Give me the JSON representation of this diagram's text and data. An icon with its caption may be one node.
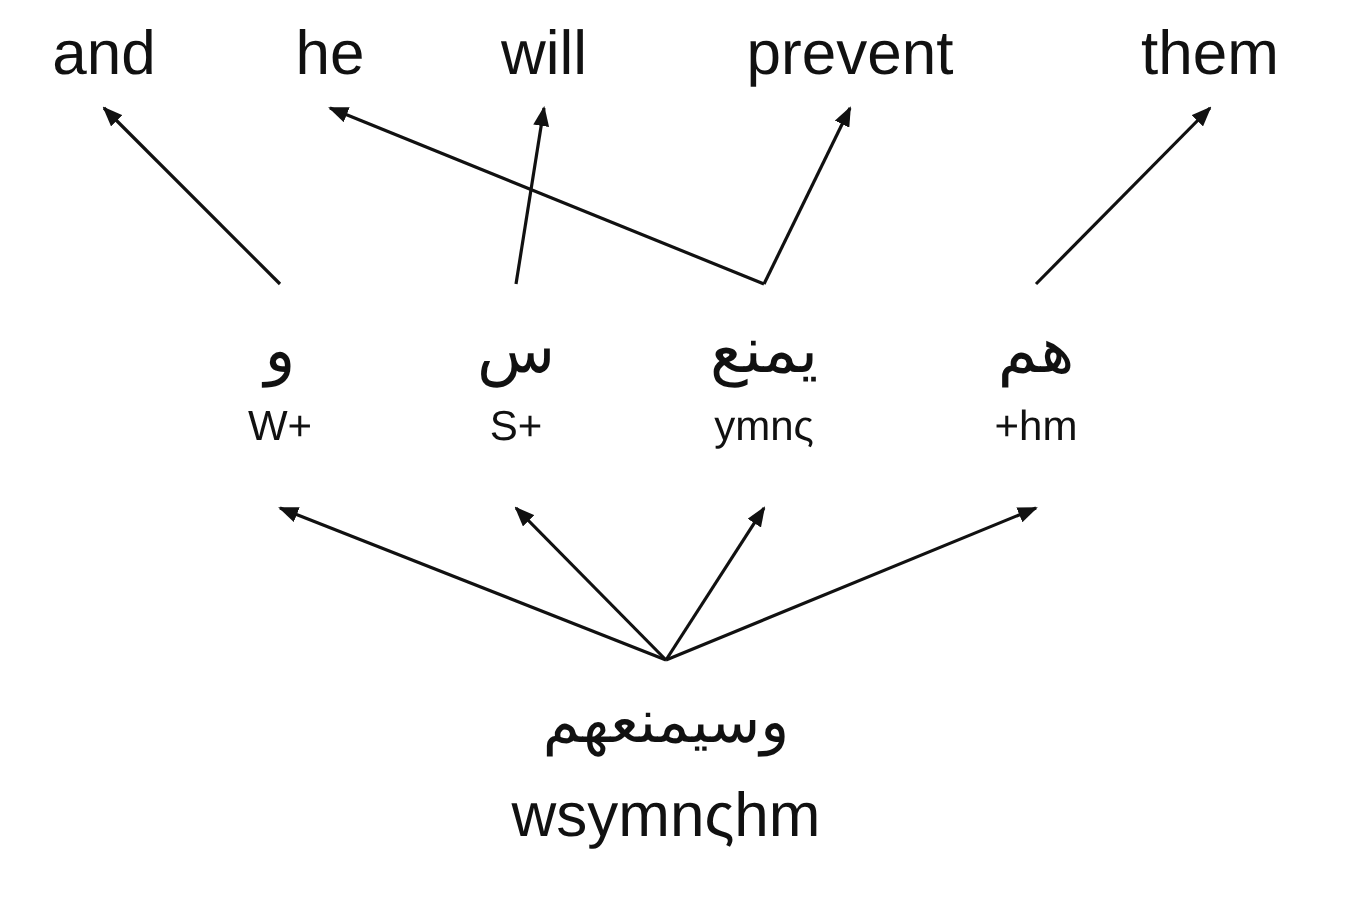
{
  "diagram": {
    "nodes": [
      {
        "text": [
          "and"
        ]
      },
      {
        "text": [
          "he"
        ]
      },
      {
        "text": [
          "will"
        ]
      },
      {
        "text": [
          "prevent"
        ]
      },
      {
        "text": [
          "them"
        ]
      },
      {
        "text": [
          "و",
          "W+"
        ]
      },
      {
        "text": [
          "س",
          "S+"
        ]
      },
      {
        "text": [
          "يمنع",
          "ymnς"
        ]
      },
      {
        "text": [
          "هم",
          "+hm"
        ]
      },
      {
        "text": [
          "وسيمنعهم",
          "wsymnςhm"
        ]
      }
    ],
    "edges": [
      {
        "from": 5,
        "to": 0,
        "arrow": "to"
      },
      {
        "from": 6,
        "to": 2,
        "arrow": "to"
      },
      {
        "from": 7,
        "to": 1,
        "arrow": "to"
      },
      {
        "from": 7,
        "to": 3,
        "arrow": "to"
      },
      {
        "from": 8,
        "to": 4,
        "arrow": "to"
      },
      {
        "from": 9,
        "to": 5,
        "arrow": "to"
      },
      {
        "from": 9,
        "to": 6,
        "arrow": "to"
      },
      {
        "from": 9,
        "to": 7,
        "arrow": "to"
      },
      {
        "from": 9,
        "to": 8,
        "arrow": "to"
      }
    ]
  }
}
